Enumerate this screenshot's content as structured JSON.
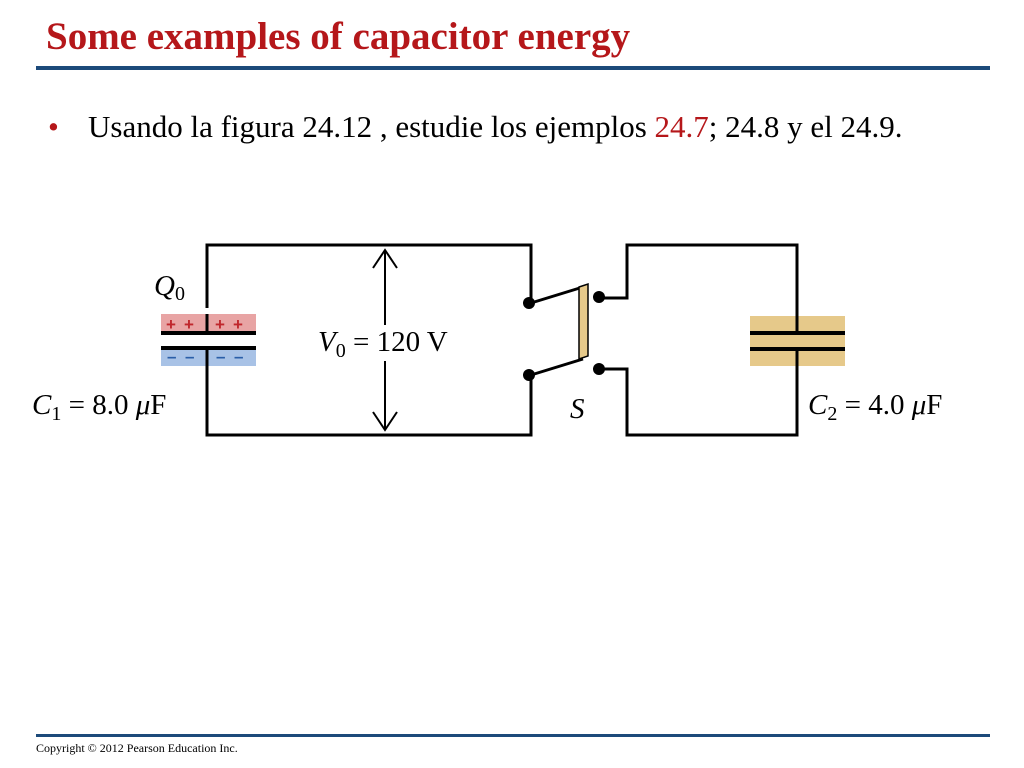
{
  "slide": {
    "title": "Some examples of capacitor energy",
    "bullet": {
      "marker": "•",
      "text_before": "Usando la figura 24.12 ,  estudie  los ejemplos  ",
      "highlight": "24.7",
      "text_after": ";  24.8 y el  24.9."
    },
    "footer": "Copyright © 2012 Pearson Education Inc."
  },
  "diagram": {
    "q0": {
      "main": "Q",
      "sub": "0"
    },
    "c1_plus_signs": [
      "+",
      "+",
      "+",
      "+"
    ],
    "c1_minus_signs": [
      "–",
      "–",
      "–",
      "–"
    ],
    "v0": {
      "main": "V",
      "sub": "0",
      "rest": " =  120 V"
    },
    "c1": {
      "main": "C",
      "sub": "1",
      "rest": " =  8.0 ",
      "mu": "μ",
      "unit": "F"
    },
    "switch": "S",
    "c2": {
      "main": "C",
      "sub": "2",
      "rest": " =  4.0 ",
      "mu": "μ",
      "unit": "F"
    }
  },
  "colors": {
    "title": "#b5171a",
    "rule": "#1c4a7a",
    "positive_band": "#e8a4a4",
    "positive_sign": "#c0272d",
    "negative_band": "#a8c2e6",
    "negative_sign": "#2a5ea8",
    "c2_band": "#e6c98a",
    "switch_bar": "#e6c98a"
  }
}
